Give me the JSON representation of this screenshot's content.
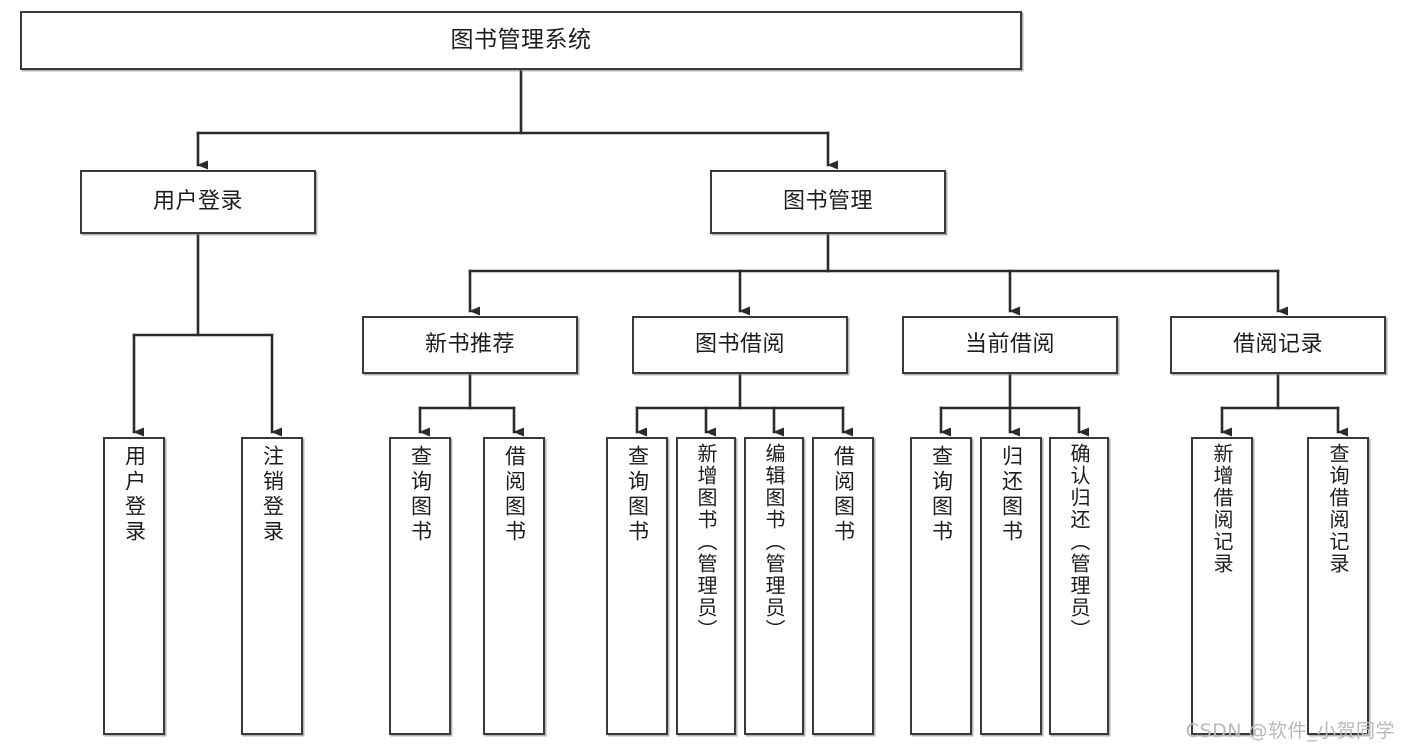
{
  "diagram": {
    "title": "图书管理系统",
    "type": "tree",
    "orientation": "top-down",
    "watermark": "CSDN @软件_小贺同学",
    "colors": {
      "box_border": "#3a3a3a",
      "box_fill": "#ffffff",
      "connector": "#2b2b2b",
      "text": "#1d1d1d",
      "watermark": "#b9b9b9",
      "page_background": "#ffffff"
    },
    "nodes": {
      "root": {
        "id": "root",
        "label": "图书管理系统",
        "level": 0,
        "text_direction": "horizontal"
      },
      "user_login": {
        "id": "user_login",
        "label": "用户登录",
        "level": 1,
        "text_direction": "horizontal"
      },
      "book_mgmt": {
        "id": "book_mgmt",
        "label": "图书管理",
        "level": 1,
        "text_direction": "horizontal"
      },
      "new_book_rec": {
        "id": "new_book_rec",
        "label": "新书推荐",
        "level": 2,
        "text_direction": "horizontal"
      },
      "book_borrow": {
        "id": "book_borrow",
        "label": "图书借阅",
        "level": 2,
        "text_direction": "horizontal"
      },
      "current_borrow": {
        "id": "current_borrow",
        "label": "当前借阅",
        "level": 2,
        "text_direction": "horizontal"
      },
      "borrow_record": {
        "id": "borrow_record",
        "label": "借阅记录",
        "level": 2,
        "text_direction": "horizontal"
      },
      "leaf_user_login": {
        "id": "leaf_user_login",
        "label": "用户登录",
        "level": 2,
        "text_direction": "vertical"
      },
      "leaf_logout": {
        "id": "leaf_logout",
        "label": "注销登录",
        "level": 2,
        "text_direction": "vertical"
      },
      "leaf_query_book_1": {
        "id": "leaf_query_book_1",
        "label": "查询图书",
        "level": 3,
        "text_direction": "vertical"
      },
      "leaf_borrow_book_1": {
        "id": "leaf_borrow_book_1",
        "label": "借阅图书",
        "level": 3,
        "text_direction": "vertical"
      },
      "leaf_query_book_2": {
        "id": "leaf_query_book_2",
        "label": "查询图书",
        "level": 3,
        "text_direction": "vertical"
      },
      "leaf_add_book": {
        "id": "leaf_add_book",
        "label": "新增图书（管理员）",
        "level": 3,
        "text_direction": "vertical"
      },
      "leaf_edit_book": {
        "id": "leaf_edit_book",
        "label": "编辑图书（管理员）",
        "level": 3,
        "text_direction": "vertical"
      },
      "leaf_borrow_book_2": {
        "id": "leaf_borrow_book_2",
        "label": "借阅图书",
        "level": 3,
        "text_direction": "vertical"
      },
      "leaf_query_book_3": {
        "id": "leaf_query_book_3",
        "label": "查询图书",
        "level": 3,
        "text_direction": "vertical"
      },
      "leaf_return_book": {
        "id": "leaf_return_book",
        "label": "归还图书",
        "level": 3,
        "text_direction": "vertical"
      },
      "leaf_confirm_return": {
        "id": "leaf_confirm_return",
        "label": "确认归还（管理员）",
        "level": 3,
        "text_direction": "vertical"
      },
      "leaf_add_record": {
        "id": "leaf_add_record",
        "label": "新增借阅记录",
        "level": 3,
        "text_direction": "vertical"
      },
      "leaf_query_record": {
        "id": "leaf_query_record",
        "label": "查询借阅记录",
        "level": 3,
        "text_direction": "vertical"
      }
    },
    "edges": [
      {
        "from": "root",
        "to": "user_login"
      },
      {
        "from": "root",
        "to": "book_mgmt"
      },
      {
        "from": "user_login",
        "to": "leaf_user_login"
      },
      {
        "from": "user_login",
        "to": "leaf_logout"
      },
      {
        "from": "book_mgmt",
        "to": "new_book_rec"
      },
      {
        "from": "book_mgmt",
        "to": "book_borrow"
      },
      {
        "from": "book_mgmt",
        "to": "current_borrow"
      },
      {
        "from": "book_mgmt",
        "to": "borrow_record"
      },
      {
        "from": "new_book_rec",
        "to": "leaf_query_book_1"
      },
      {
        "from": "new_book_rec",
        "to": "leaf_borrow_book_1"
      },
      {
        "from": "book_borrow",
        "to": "leaf_query_book_2"
      },
      {
        "from": "book_borrow",
        "to": "leaf_add_book"
      },
      {
        "from": "book_borrow",
        "to": "leaf_edit_book"
      },
      {
        "from": "book_borrow",
        "to": "leaf_borrow_book_2"
      },
      {
        "from": "current_borrow",
        "to": "leaf_query_book_3"
      },
      {
        "from": "current_borrow",
        "to": "leaf_return_book"
      },
      {
        "from": "current_borrow",
        "to": "leaf_confirm_return"
      },
      {
        "from": "borrow_record",
        "to": "leaf_add_record"
      },
      {
        "from": "borrow_record",
        "to": "leaf_query_record"
      }
    ]
  }
}
